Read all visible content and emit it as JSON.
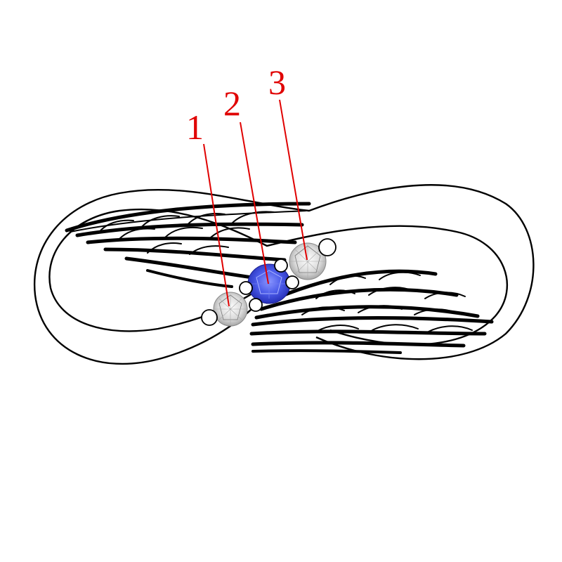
{
  "diagram": {
    "callouts": [
      {
        "label": "1",
        "stone": "small-white-diamond-left"
      },
      {
        "label": "2",
        "stone": "center-blue-sapphire"
      },
      {
        "label": "3",
        "stone": "small-white-diamond-right"
      }
    ],
    "colors": {
      "outline": "#000000",
      "leader_line": "#e00000",
      "label": "#e00000",
      "sapphire": "#4a5ae8",
      "diamond": "#e6e6e6",
      "background": "#ffffff"
    },
    "icons": [
      "infinity-ring",
      "angel-wing",
      "sapphire-stone",
      "diamond-stone",
      "accent-bead"
    ]
  }
}
